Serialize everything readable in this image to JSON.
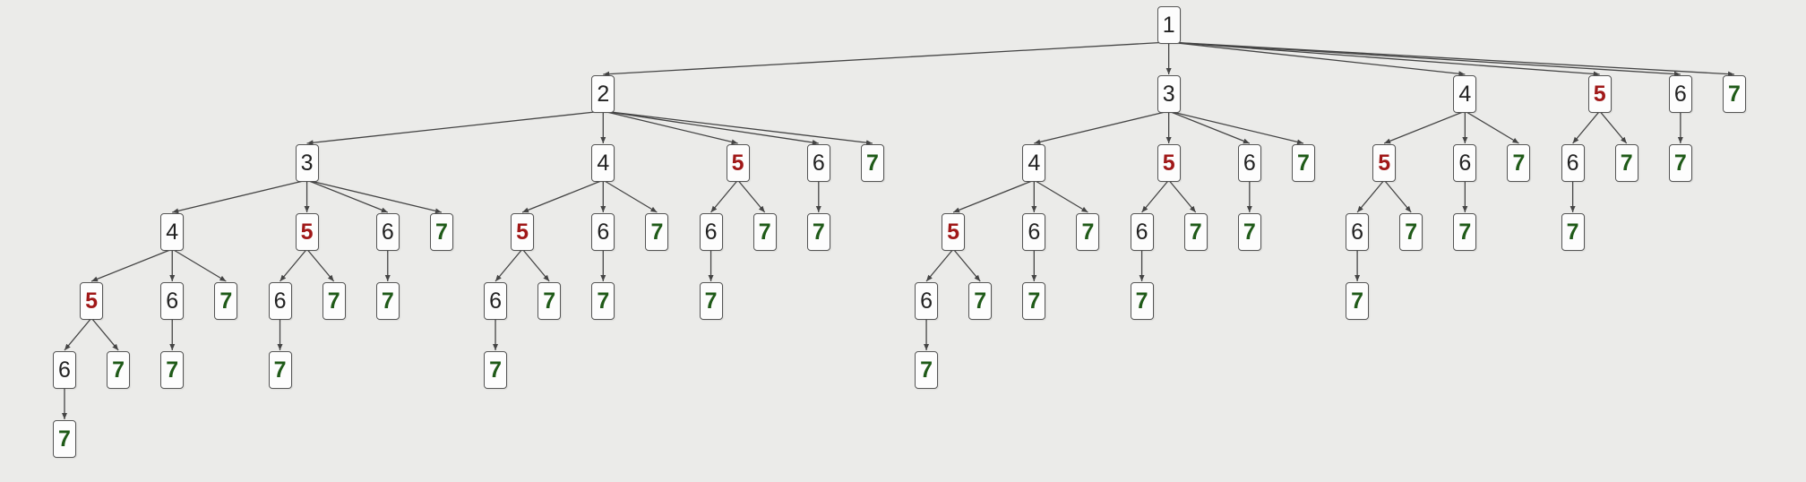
{
  "tree": {
    "value": "1",
    "children": [
      {
        "value": "2",
        "children": [
          {
            "value": "3",
            "children": [
              {
                "value": "4",
                "children": [
                  {
                    "value": "5",
                    "children": [
                      {
                        "value": "6",
                        "children": [
                          {
                            "value": "7"
                          }
                        ]
                      },
                      {
                        "value": "7"
                      }
                    ]
                  },
                  {
                    "value": "6",
                    "children": [
                      {
                        "value": "7"
                      }
                    ]
                  },
                  {
                    "value": "7"
                  }
                ]
              },
              {
                "value": "5",
                "children": [
                  {
                    "value": "6",
                    "children": [
                      {
                        "value": "7"
                      }
                    ]
                  },
                  {
                    "value": "7"
                  }
                ]
              },
              {
                "value": "6",
                "children": [
                  {
                    "value": "7"
                  }
                ]
              },
              {
                "value": "7"
              }
            ]
          },
          {
            "value": "4",
            "children": [
              {
                "value": "5",
                "children": [
                  {
                    "value": "6",
                    "children": [
                      {
                        "value": "7"
                      }
                    ]
                  },
                  {
                    "value": "7"
                  }
                ]
              },
              {
                "value": "6",
                "children": [
                  {
                    "value": "7"
                  }
                ]
              },
              {
                "value": "7"
              }
            ]
          },
          {
            "value": "5",
            "children": [
              {
                "value": "6",
                "children": [
                  {
                    "value": "7"
                  }
                ]
              },
              {
                "value": "7"
              }
            ]
          },
          {
            "value": "6",
            "children": [
              {
                "value": "7"
              }
            ]
          },
          {
            "value": "7"
          }
        ]
      },
      {
        "value": "3",
        "children": [
          {
            "value": "4",
            "children": [
              {
                "value": "5",
                "children": [
                  {
                    "value": "6",
                    "children": [
                      {
                        "value": "7"
                      }
                    ]
                  },
                  {
                    "value": "7"
                  }
                ]
              },
              {
                "value": "6",
                "children": [
                  {
                    "value": "7"
                  }
                ]
              },
              {
                "value": "7"
              }
            ]
          },
          {
            "value": "5",
            "children": [
              {
                "value": "6",
                "children": [
                  {
                    "value": "7"
                  }
                ]
              },
              {
                "value": "7"
              }
            ]
          },
          {
            "value": "6",
            "children": [
              {
                "value": "7"
              }
            ]
          },
          {
            "value": "7"
          }
        ]
      },
      {
        "value": "4",
        "children": [
          {
            "value": "5",
            "children": [
              {
                "value": "6",
                "children": [
                  {
                    "value": "7"
                  }
                ]
              },
              {
                "value": "7"
              }
            ]
          },
          {
            "value": "6",
            "children": [
              {
                "value": "7"
              }
            ]
          },
          {
            "value": "7"
          }
        ]
      },
      {
        "value": "5",
        "children": [
          {
            "value": "6",
            "children": [
              {
                "value": "7"
              }
            ]
          },
          {
            "value": "7"
          }
        ]
      },
      {
        "value": "6",
        "children": [
          {
            "value": "7"
          }
        ]
      },
      {
        "value": "7"
      }
    ]
  },
  "colors": {
    "background": "#ebebe9",
    "node_fill": "#fdfdfd",
    "node_border": "#555555",
    "edge": "#444444",
    "text_default": "#222222",
    "text_5": "#a01818",
    "text_7": "#1f5a18"
  }
}
